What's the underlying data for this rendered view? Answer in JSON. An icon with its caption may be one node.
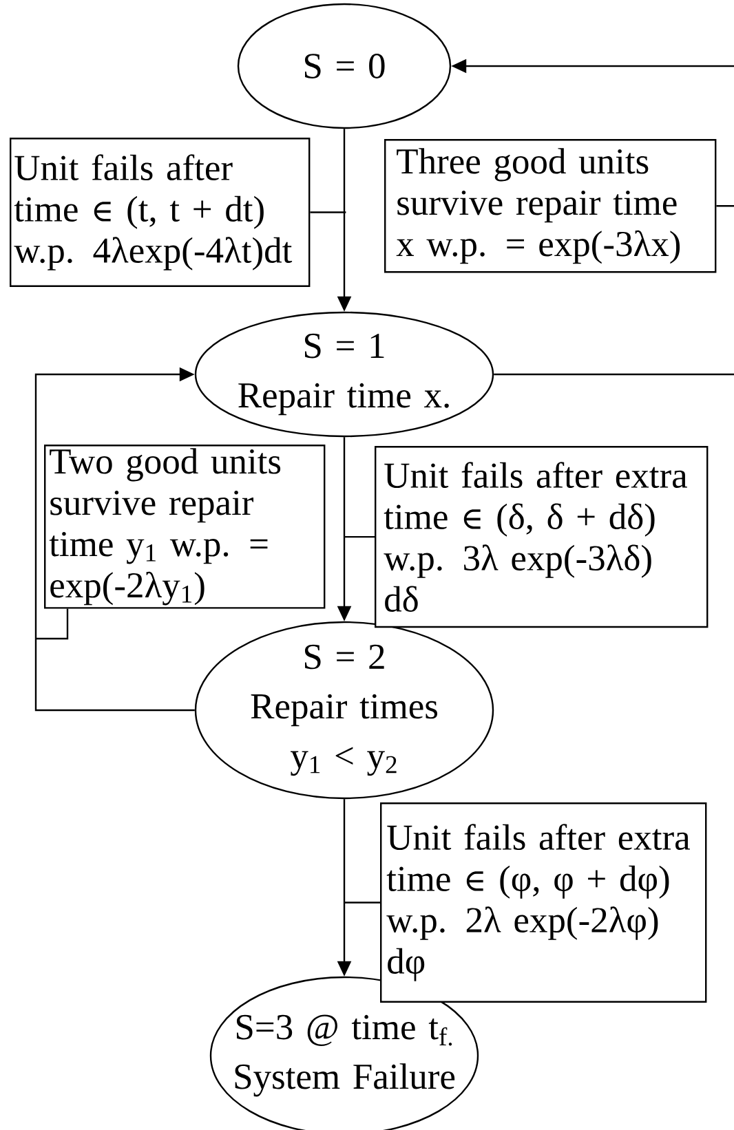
{
  "diagram": {
    "nodes": [
      {
        "text": [
          "S = 0"
        ]
      },
      {
        "text": [
          "S = 1",
          "Repair time x."
        ]
      },
      {
        "text": [
          "S = 2",
          "Repair times y$_{1}$ < y$_{2}$"
        ]
      },
      {
        "text": [
          "S=3 @ time t$_{f.}$",
          "System Failure"
        ]
      }
    ],
    "edges": [
      {
        "from": 0,
        "to": 1,
        "arrow": "to",
        "label": "Unit fails after time ∈ (t, t + dt) w.p. 4λexp(-4λt)dt"
      },
      {
        "from": 1,
        "to": 0,
        "arrow": "to",
        "label": "Three good units survive repair time x w.p. = exp(-3λx)"
      },
      {
        "from": 1,
        "to": 2,
        "arrow": "to",
        "label": "Unit fails after extra time ∈ (δ, δ + dδ) w.p. 3λ exp(-3λδ) dδ"
      },
      {
        "from": 2,
        "to": 1,
        "arrow": "to",
        "label": "Two good units survive repair time y$_{1}$ w.p. = exp(-2λy$_{1}$)"
      },
      {
        "from": 2,
        "to": 3,
        "arrow": "to",
        "label": "Unit fails after extra time ∈ (φ, φ + dφ) w.p. 2λ exp(-2λφ) dφ"
      }
    ]
  }
}
